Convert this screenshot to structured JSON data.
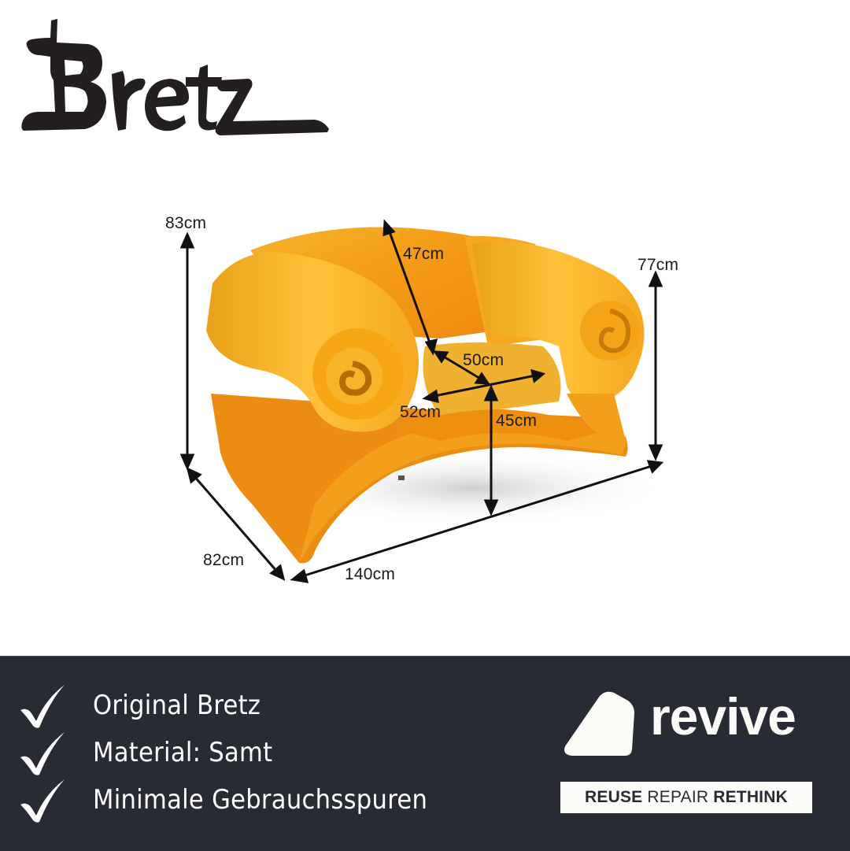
{
  "brand": {
    "name": "Bretz",
    "logo_color": "#231f20"
  },
  "product": {
    "description": "Yellow-orange velvet armchair with scrolled armrests",
    "upholstery_colors": [
      "#f7a51c",
      "#f08a12",
      "#ffc53a"
    ],
    "dimensions": {
      "total_height": "83cm",
      "armrest_height": "77cm",
      "backrest_height": "47cm",
      "seat_depth_diag": "50cm",
      "seat_width": "52cm",
      "seat_height": "45cm",
      "depth": "82cm",
      "width": "140cm"
    }
  },
  "features": [
    {
      "icon": "check-icon",
      "text": "Original Bretz"
    },
    {
      "icon": "check-icon",
      "text": "Material: Samt"
    },
    {
      "icon": "check-icon",
      "text": "Minimale Gebrauchsspuren"
    }
  ],
  "seller": {
    "logo_word": "revive",
    "tagline": {
      "part1": "REUSE",
      "part2": "REPAIR",
      "part3": "RETHINK"
    }
  },
  "colors": {
    "panel_bg": "#282b33",
    "panel_text": "#ffffff",
    "tagline_bg": "#fbfbf7",
    "dimension_line": "#111111"
  }
}
